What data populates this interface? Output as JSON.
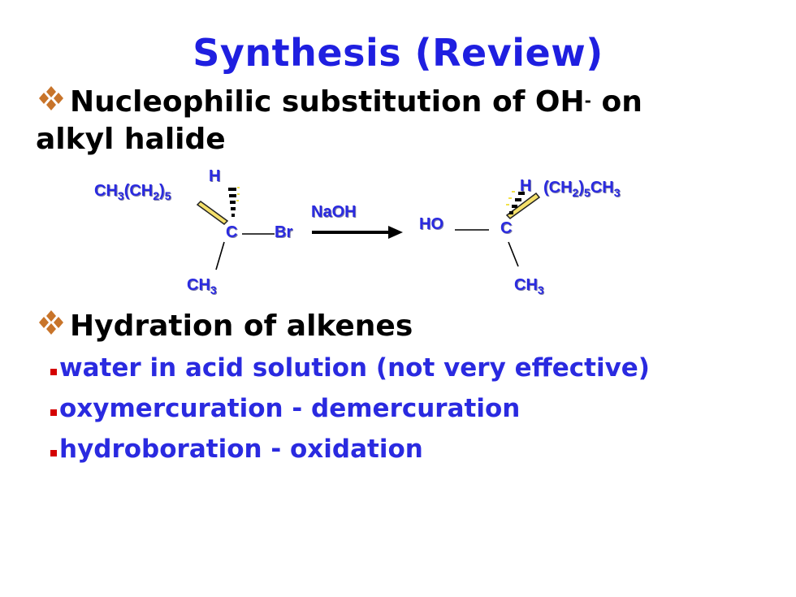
{
  "title": "Synthesis (Review)",
  "section1": {
    "line1_main": "Nucleophilic substitution of OH",
    "line1_sup": "-",
    "line1_end": " on",
    "line2": "alkyl halide"
  },
  "reaction": {
    "left_sub_a": "CH",
    "left_sub_a_n1": "3",
    "left_sub_b": "(CH",
    "left_sub_b_n": "2",
    "left_sub_c": ")",
    "left_sub_c_n": "5",
    "left_h": "H",
    "left_c": "C",
    "left_br": "Br",
    "left_ch": "CH",
    "left_ch_n": "3",
    "reagent": "NaOH",
    "right_ho": "HO",
    "right_c": "C",
    "right_h": "H",
    "right_sub_a": "(CH",
    "right_sub_a_n": "2",
    "right_sub_b": ")",
    "right_sub_b_n": "5",
    "right_sub_c": "CH",
    "right_sub_c_n": "3",
    "right_ch": "CH",
    "right_ch_n": "3"
  },
  "section2": {
    "heading": "Hydration of alkenes",
    "items": [
      "water in acid solution (not very effective)",
      "oxymercuration - demercuration",
      "hydroboration - oxidation"
    ]
  },
  "colors": {
    "title": "#1f1fe0",
    "chem": "#2a2ae0",
    "bullet_square": "#d40000",
    "diamond": "#c8742a"
  }
}
